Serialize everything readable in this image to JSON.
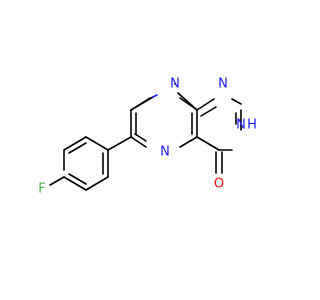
{
  "molecule": {
    "colors": {
      "bond": "#000000",
      "nitrogen": "#1a1aff",
      "oxygen": "#ff0d0d",
      "fluorine": "#4cb34c",
      "background": "#ffffff"
    },
    "atoms": {
      "n_top_left": "N",
      "n_top_right": "N",
      "n_ring_bottom": "N",
      "nh_label": "N",
      "nh_h": "H",
      "oxygen": "O",
      "fluorine": "F"
    }
  }
}
